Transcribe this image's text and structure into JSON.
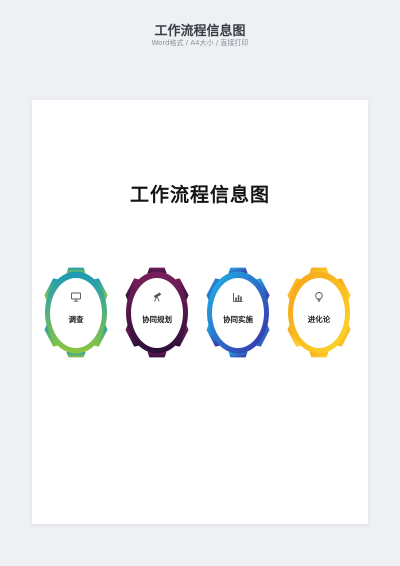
{
  "header": {
    "title": "工作流程信息图",
    "subtitle": "Word格式 / A4大小 / 直接打印"
  },
  "document": {
    "title": "工作流程信息图"
  },
  "steps": [
    {
      "label": "调查",
      "icon": "monitor-icon",
      "colors": [
        "#1a9ab8",
        "#8cc63f"
      ]
    },
    {
      "label": "协同规划",
      "icon": "telescope-icon",
      "colors": [
        "#7a1f5c",
        "#2a0f3a"
      ]
    },
    {
      "label": "协同实施",
      "icon": "bar-chart-icon",
      "colors": [
        "#1fb6e8",
        "#3b2aa8"
      ]
    },
    {
      "label": "进化论",
      "icon": "lightbulb-icon",
      "colors": [
        "#f7a21b",
        "#fbd72b"
      ]
    }
  ]
}
